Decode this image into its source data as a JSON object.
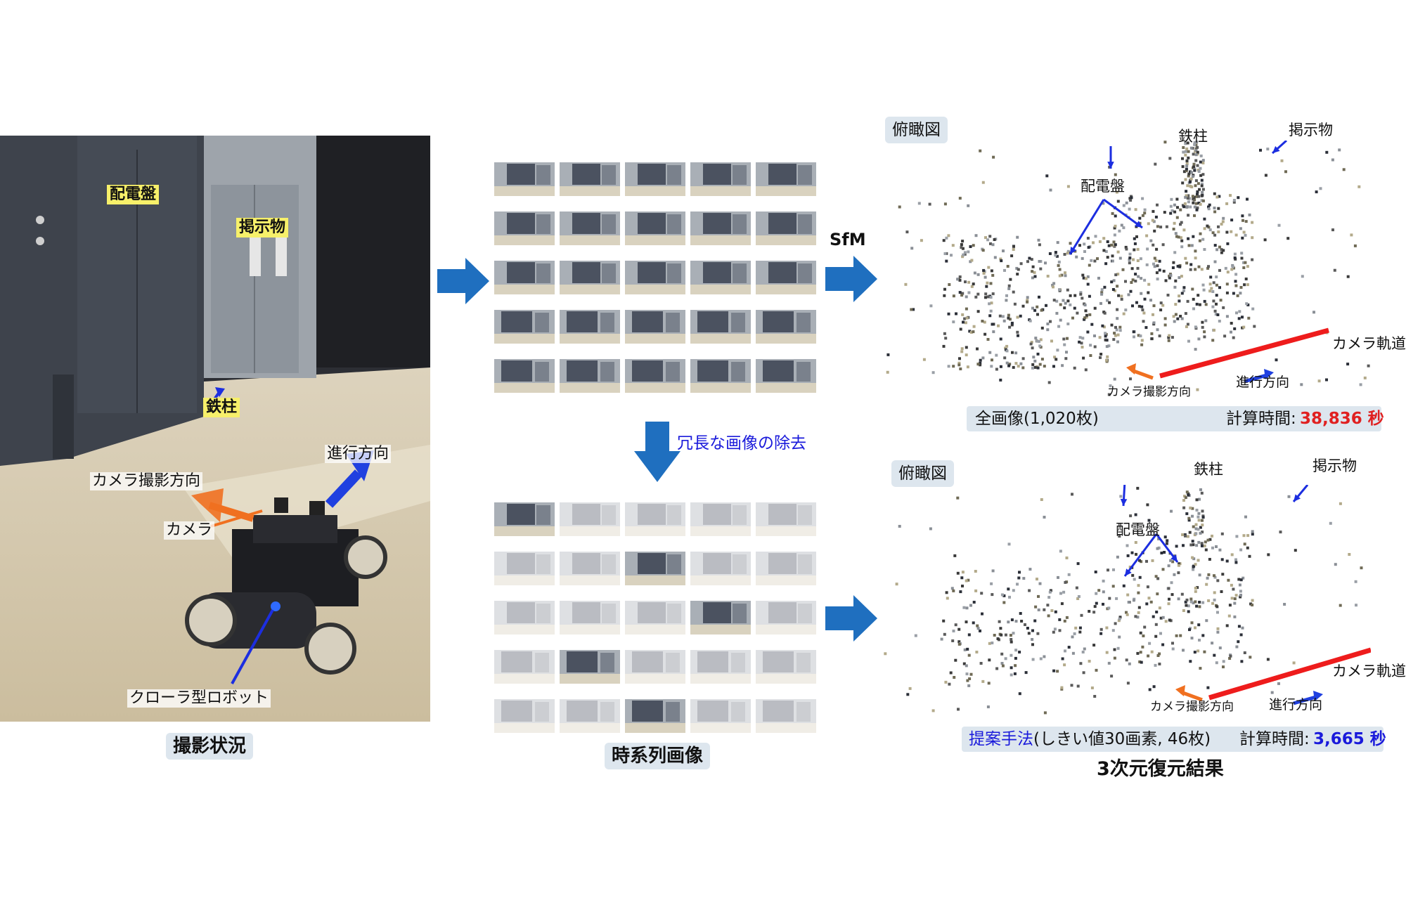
{
  "photo": {
    "labels": {
      "panel": "配電盤",
      "notice": "掲示物",
      "pillar": "鉄柱",
      "direction": "進行方向",
      "camera_dir": "カメラ撮影方向",
      "camera": "カメラ",
      "robot": "クローラ型ロボット"
    },
    "caption": "撮影状況"
  },
  "sequence": {
    "caption": "時系列画像",
    "removal_label": "冗長な画像の除去",
    "sfm_label": "SfM",
    "top_faded": [
      0,
      0,
      0,
      0,
      0,
      0,
      0,
      0,
      0,
      0,
      0,
      0,
      0,
      0,
      0,
      0,
      0,
      0,
      0,
      0,
      0,
      0,
      0,
      0,
      0
    ],
    "bottom_faded": [
      0,
      1,
      1,
      1,
      1,
      1,
      1,
      0,
      1,
      1,
      1,
      1,
      1,
      0,
      1,
      1,
      0,
      1,
      1,
      1,
      1,
      1,
      0,
      1,
      1
    ]
  },
  "top_result": {
    "view_label": "俯瞰図",
    "labels": {
      "pillar": "鉄柱",
      "notice": "掲示物",
      "panel": "配電盤",
      "trajectory": "カメラ軌道",
      "camera_dir": "カメラ撮影方向",
      "direction": "進行方向"
    },
    "images_label": "全画像(1,020枚)",
    "time_label": "計算時間:",
    "time_value": "38,836 秒"
  },
  "bottom_result": {
    "view_label": "俯瞰図",
    "labels": {
      "pillar": "鉄柱",
      "notice": "掲示物",
      "panel": "配電盤",
      "trajectory": "カメラ軌道",
      "camera_dir": "カメラ撮影方向",
      "direction": "進行方向"
    },
    "method_label": "提案手法",
    "method_detail": "(しきい値30画素, 46枚)",
    "time_label": "計算時間:",
    "time_value": "3,665 秒"
  },
  "result_caption": "3次元復元結果",
  "colors": {
    "blue_arrow": "#1f6fbf",
    "label_blue": "#1a1adb",
    "red_time": "#e02020",
    "orange": "#f07020"
  }
}
